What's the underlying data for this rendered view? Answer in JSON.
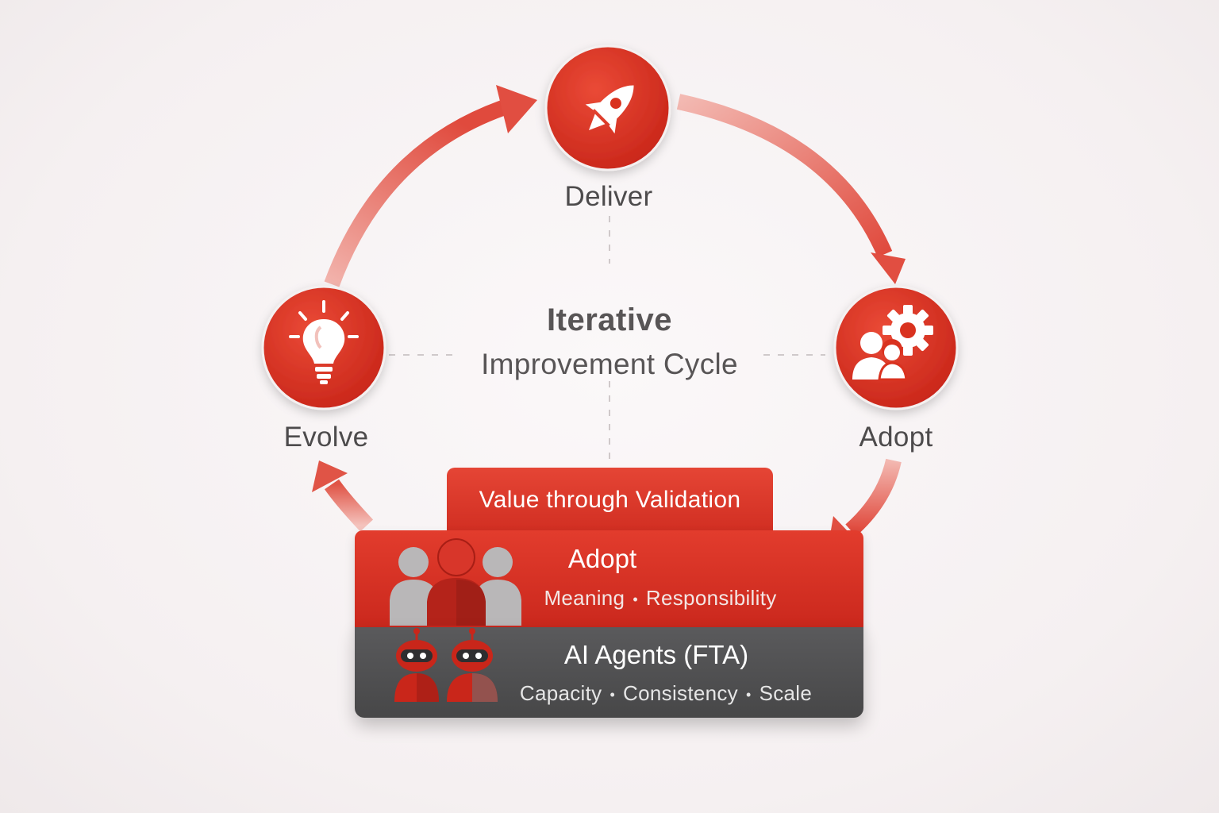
{
  "center": {
    "title_line1": "Iterative",
    "title_line2": "Improvement Cycle"
  },
  "nodes": {
    "deliver": {
      "label": "Deliver",
      "icon": "rocket-icon"
    },
    "adopt": {
      "label": "Adopt",
      "icon": "people-gear-icon"
    },
    "evolve": {
      "label": "Evolve",
      "icon": "lightbulb-icon"
    }
  },
  "panel": {
    "tab_label": "Value through Validation",
    "human_layer": {
      "title": "Adopt",
      "items": [
        "Meaning",
        "Responsibility"
      ],
      "icon": "people-group-icon"
    },
    "agent_layer": {
      "title": "AI Agents (FTA)",
      "items": [
        "Capacity",
        "Consistency",
        "Scale"
      ],
      "icon": "robots-icon"
    }
  },
  "colors": {
    "accent_red": "#d9321f",
    "dark_gray": "#4f4f50",
    "label_gray": "#4d4b4c",
    "arrow_red": "#e05a4d"
  }
}
